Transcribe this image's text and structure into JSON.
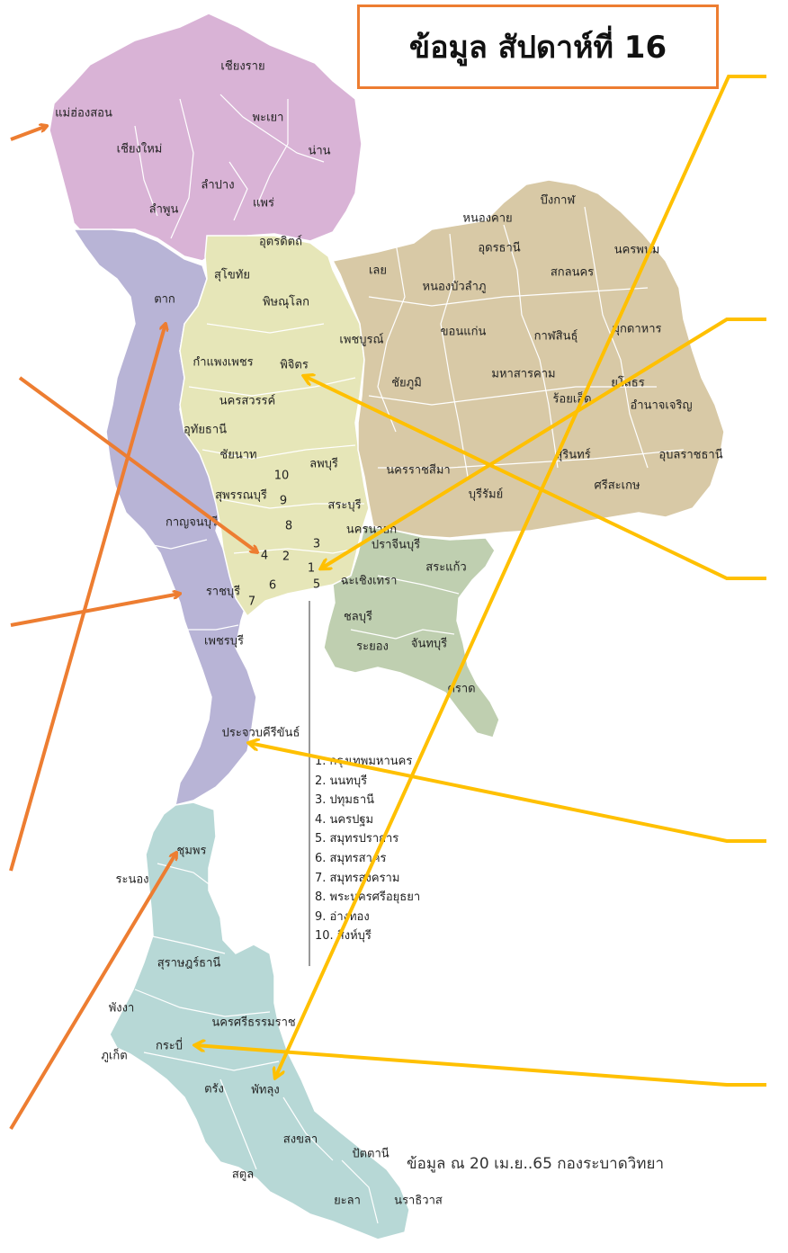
{
  "title": "ข้อมูล สัปดาห์ที่ 16",
  "footnote": "ข้อมูล ณ 20 เม.ย..65 กองระบาดวิทยา",
  "colors": {
    "north": "#d9b3d6",
    "northeast": "#d8c9a6",
    "central": "#e6e6b8",
    "west": "#b8b4d6",
    "east": "#bfcfb0",
    "south": "#b7d8d6",
    "orange_arrow": "#ed7d31",
    "yellow_arrow": "#ffc000",
    "title_border": "#ed7d31"
  },
  "provinces": {
    "chiang_rai": "เชียงราย",
    "mae_hong_son": "แม่ฮ่องสอน",
    "phayao": "พะเยา",
    "chiang_mai": "เชียงใหม่",
    "nan": "น่าน",
    "lampang": "ลำปาง",
    "phrae": "แพร่",
    "lamphun": "ลำพูน",
    "uttaradit": "อุตรดิตถ์",
    "bueng_kan": "บึงกาฬ",
    "nong_khai": "หนองคาย",
    "udon_thani": "อุดรธานี",
    "sakon_nakhon": "สกลนคร",
    "nakhon_phanom": "นครพนม",
    "sukhothai": "สุโขทัย",
    "loei": "เลย",
    "nong_bua_lamphu": "หนองบัวลำภู",
    "tak": "ตาก",
    "phitsanulok": "พิษณุโลก",
    "khon_kaen": "ขอนแก่น",
    "kalasin": "กาฬสินธุ์",
    "mukdahan": "มุกดาหาร",
    "phetchabun": "เพชบูรณ์",
    "kamphaeng_phet": "กำแพงเพชร",
    "phichit": "พิจิตร",
    "chaiyaphum": "ชัยภูมิ",
    "maha_sarakham": "มหาสารคาม",
    "yasothon": "ยโสธร",
    "roi_et": "ร้อยเอ็ด",
    "amnat_charoen": "อำนาจเจริญ",
    "nakhon_sawan": "นครสวรรค์",
    "uthai_thani": "อุทัยธานี",
    "chai_nat": "ชัยนาท",
    "lopburi": "ลพบุรี",
    "nakhon_ratchasima": "นครราชสีมา",
    "surin": "สุรินทร์",
    "ubon_ratchathani": "อุบลราชธานี",
    "suphan_buri": "สุพรรณบุรี",
    "buriram": "บุรีรัมย์",
    "sisaket": "ศรีสะเกษ",
    "saraburi": "สระบุรี",
    "kanchanaburi": "กาญจนบุรี",
    "nakhon_nayok": "นครนายก",
    "prachin_buri": "ปราจีนบุรี",
    "sa_kaeo": "สระแก้ว",
    "chachoengsao": "ฉะเชิงเทรา",
    "ratchaburi": "ราชบุรี",
    "chonburi": "ชลบุรี",
    "rayong": "ระยอง",
    "chanthaburi": "จันทบุรี",
    "phetchaburi": "เพชรบุรี",
    "trat": "ตราด",
    "prachuap": "ประจวบคีรีขันธ์",
    "chumphon": "ชุมพร",
    "ranong": "ระนอง",
    "surat_thani": "สุราษฎร์ธานี",
    "phang_nga": "พังงา",
    "nakhon_si_thammarat": "นครศรีธรรมราช",
    "phuket": "ภูเก็ต",
    "krabi": "กระบี่",
    "trang": "ตรัง",
    "phatthalung": "พัทลุง",
    "songkhla": "สงขลา",
    "satun": "สตูล",
    "pattani": "ปัตตานี",
    "yala": "ยะลา",
    "narathiwat": "นราธิวาส"
  },
  "numbers": [
    "1",
    "2",
    "3",
    "4",
    "5",
    "6",
    "7",
    "8",
    "9",
    "10"
  ],
  "legend": [
    "1. กรุงเทพมหานคร",
    "2. นนทบุรี",
    "3. ปทุมธานี",
    "4. นครปฐม",
    "5. สมุทรปราการ",
    "6. สมุทรสาคร",
    "7. สมุทรสงคราม",
    "8. พระนครศรีอยุธยา",
    "9. อ่างทอง",
    "10. สิงห์บุรี"
  ]
}
